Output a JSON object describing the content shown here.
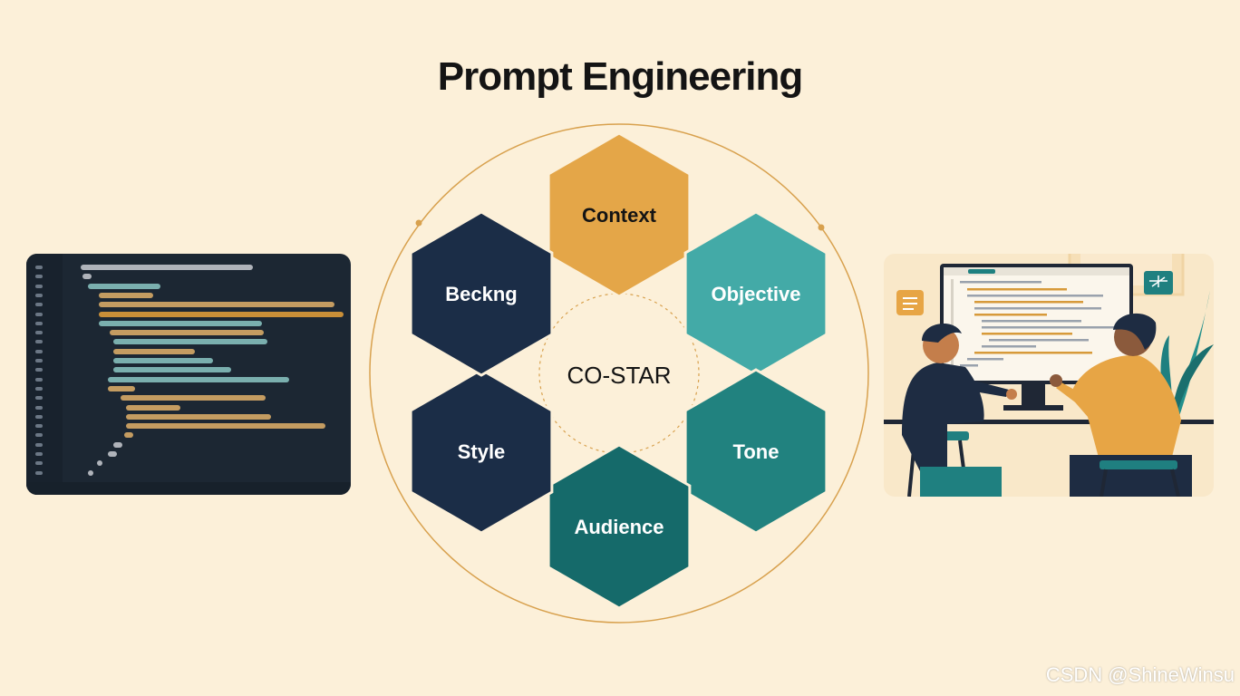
{
  "title": "Prompt Engineering",
  "center_label": "CO-STAR",
  "hexagons": [
    {
      "key": "context",
      "label": "Context",
      "color": "#e4a648",
      "text_color": "#141414"
    },
    {
      "key": "objective",
      "label": "Objective",
      "color": "#43aaa7",
      "text_color": "#ffffff"
    },
    {
      "key": "tone",
      "label": "Tone",
      "color": "#21827f",
      "text_color": "#ffffff"
    },
    {
      "key": "audience",
      "label": "Audience",
      "color": "#156a6a",
      "text_color": "#ffffff"
    },
    {
      "key": "style",
      "label": "Style",
      "color": "#1b2d47",
      "text_color": "#ffffff"
    },
    {
      "key": "background",
      "label": "Beckng",
      "color": "#1b2d47",
      "text_color": "#ffffff"
    }
  ],
  "colors": {
    "background": "#fcf0d9",
    "ring": "#d8a14e",
    "code_bg": "#1c2733"
  },
  "icons": [
    "code-editor-illustration",
    "people-at-computer-illustration",
    "document-icon",
    "plant-icon"
  ],
  "watermark": "CSDN @ShineWinsu"
}
